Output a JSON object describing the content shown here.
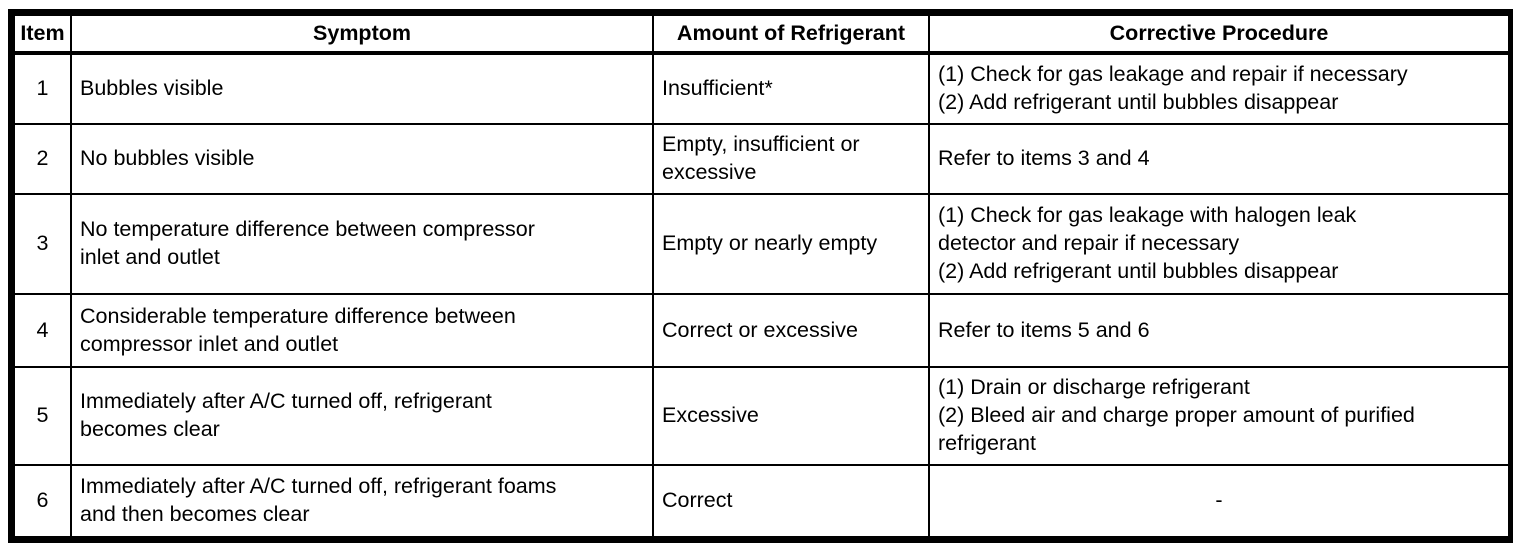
{
  "meta": {
    "background_color": "#ffffff",
    "border_color": "#000000",
    "text_color": "#000000"
  },
  "table": {
    "headers": [
      "Item",
      "Symptom",
      "Amount of Refrigerant",
      "Corrective Procedure"
    ],
    "rows": [
      {
        "item": "1",
        "symptom": "Bubbles visible",
        "amount": "Insufficient*",
        "corrective": "(1) Check for gas leakage and repair if necessary\n(2) Add refrigerant until bubbles disappear"
      },
      {
        "item": "2",
        "symptom": "No bubbles visible",
        "amount": "Empty, insufficient or\nexcessive",
        "corrective": "Refer to items 3 and 4"
      },
      {
        "item": "3",
        "symptom": "No temperature difference between compressor\ninlet and outlet",
        "amount": "Empty or nearly empty",
        "corrective": "(1) Check for gas leakage with halogen leak\ndetector and repair if necessary\n(2) Add refrigerant until bubbles disappear"
      },
      {
        "item": "4",
        "symptom": "Considerable temperature difference between\ncompressor inlet and outlet",
        "amount": "Correct or excessive",
        "corrective": "Refer to items 5 and 6"
      },
      {
        "item": "5",
        "symptom": "Immediately after A/C turned off, refrigerant\nbecomes clear",
        "amount": "Excessive",
        "corrective": "(1) Drain or discharge refrigerant\n(2) Bleed air and charge proper amount of purified\nrefrigerant"
      },
      {
        "item": "6",
        "symptom": "Immediately after A/C turned off, refrigerant foams\nand then becomes clear",
        "amount": "Correct",
        "corrective": "-"
      }
    ]
  }
}
